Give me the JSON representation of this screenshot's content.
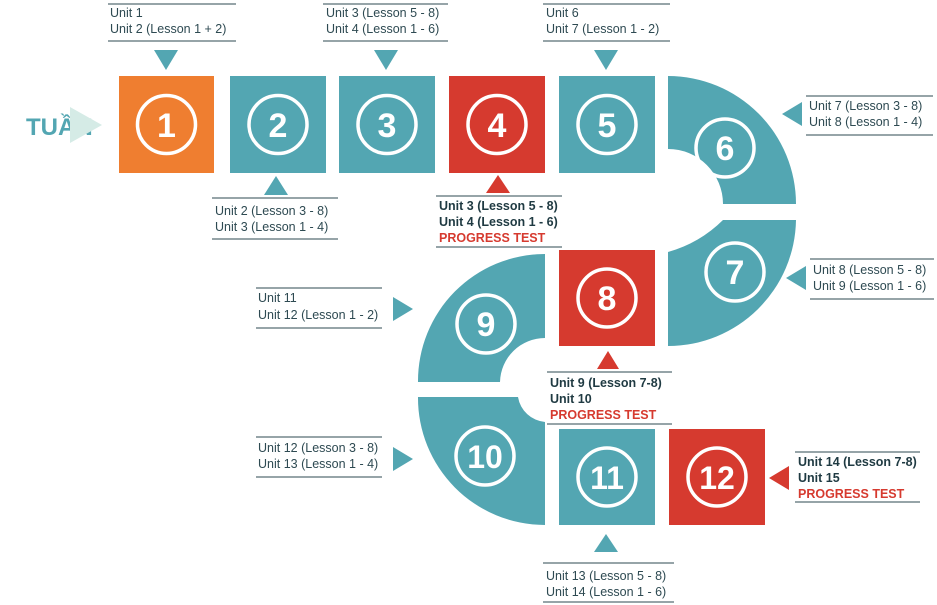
{
  "colors": {
    "teal": "#53a6b2",
    "orange": "#ef7e30",
    "red": "#d63a2f",
    "text": "#2e4a52"
  },
  "start_label": "TUẦN",
  "weeks": [
    {
      "number": "1",
      "color": "orange"
    },
    {
      "number": "2",
      "color": "teal"
    },
    {
      "number": "3",
      "color": "teal"
    },
    {
      "number": "4",
      "color": "red"
    },
    {
      "number": "5",
      "color": "teal"
    },
    {
      "number": "6",
      "color": "teal"
    },
    {
      "number": "7",
      "color": "teal"
    },
    {
      "number": "8",
      "color": "red"
    },
    {
      "number": "9",
      "color": "teal"
    },
    {
      "number": "10",
      "color": "teal"
    },
    {
      "number": "11",
      "color": "teal"
    },
    {
      "number": "12",
      "color": "red"
    }
  ],
  "notes": [
    {
      "week": "1",
      "lines": [
        "Unit 1",
        "Unit 2 (Lesson 1 + 2)"
      ]
    },
    {
      "week": "2",
      "lines": [
        "Unit 2 (Lesson 3 - 8)",
        "Unit 3 (Lesson 1 - 4)"
      ]
    },
    {
      "week": "3",
      "lines": [
        "Unit 3 (Lesson 5 - 8)",
        "Unit 4 (Lesson 1 - 6)"
      ]
    },
    {
      "week": "4",
      "lines": [
        "Unit 3 (Lesson 5 - 8)",
        "Unit 4 (Lesson 1 - 6)"
      ],
      "test": "PROGRESS TEST"
    },
    {
      "week": "5",
      "lines": [
        "Unit 6",
        "Unit 7 (Lesson 1 - 2)"
      ]
    },
    {
      "week": "6",
      "lines": [
        "Unit 7 (Lesson 3 - 8)",
        "Unit 8 (Lesson 1 - 4)"
      ]
    },
    {
      "week": "7",
      "lines": [
        "Unit 8 (Lesson 5 - 8)",
        "Unit 9 (Lesson 1 - 6)"
      ]
    },
    {
      "week": "8",
      "lines": [
        "Unit 9 (Lesson 7-8)",
        "Unit 10"
      ],
      "test": "PROGRESS TEST"
    },
    {
      "week": "9",
      "lines": [
        "Unit 11",
        "Unit 12 (Lesson 1 - 2)"
      ]
    },
    {
      "week": "10",
      "lines": [
        "Unit 12 (Lesson 3 - 8)",
        "Unit 13 (Lesson 1 - 4)"
      ]
    },
    {
      "week": "11",
      "lines": [
        "Unit 13 (Lesson 5 - 8)",
        "Unit 14 (Lesson 1 - 6)"
      ]
    },
    {
      "week": "12",
      "lines": [
        "Unit 14 (Lesson 7-8)",
        "Unit 15"
      ],
      "test": "PROGRESS TEST"
    }
  ]
}
